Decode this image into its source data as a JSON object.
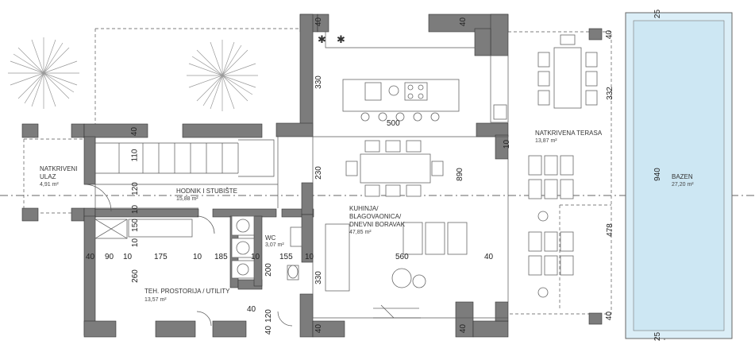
{
  "rooms": {
    "entry": {
      "name_1": "NATKRIVENI",
      "name_2": "ULAZ",
      "area": "4,91 m²"
    },
    "hall": {
      "name": "HODNIK I STUBIŠTE",
      "area": "15,88 m²"
    },
    "wc": {
      "name": "WC",
      "area": "3,07 m²"
    },
    "utility": {
      "name": "TEH. PROSTORIJA / UTILITY",
      "area": "13,57 m²"
    },
    "living": {
      "name_1": "KUHINJA/",
      "name_2": "BLAGOVAONICA/",
      "name_3": "DNEVNI BORAVAK",
      "area": "47,85 m²"
    },
    "terrace": {
      "name": "NATKRIVENA TERASA",
      "area": "13,87 m²"
    },
    "pool": {
      "name": "BAZEN",
      "area": "27,20 m²"
    }
  },
  "dimensions": {
    "row_bottom": [
      "40",
      "90",
      "10",
      "175",
      "10",
      "185",
      "10",
      "155",
      "10",
      "560",
      "40"
    ],
    "left_col": [
      "40",
      "110",
      "120",
      "10",
      "150",
      "10",
      "260",
      "40",
      "120",
      "40"
    ],
    "wc_col": [
      "200",
      "40"
    ],
    "kitchen_col": [
      "40",
      "330",
      "230",
      "330",
      "40"
    ],
    "kitchen_width": "500",
    "living_depth": "890",
    "stair_side": "10",
    "right_col": [
      "40",
      "332",
      "478",
      "40"
    ],
    "pool_col": [
      "25",
      "940",
      "25"
    ]
  },
  "icons": [
    "snowflake-icon",
    "snowflake-icon",
    "sink-icon",
    "hob-icon",
    "washing-machine-icon",
    "toilet-icon",
    "palm-tree-icon"
  ]
}
